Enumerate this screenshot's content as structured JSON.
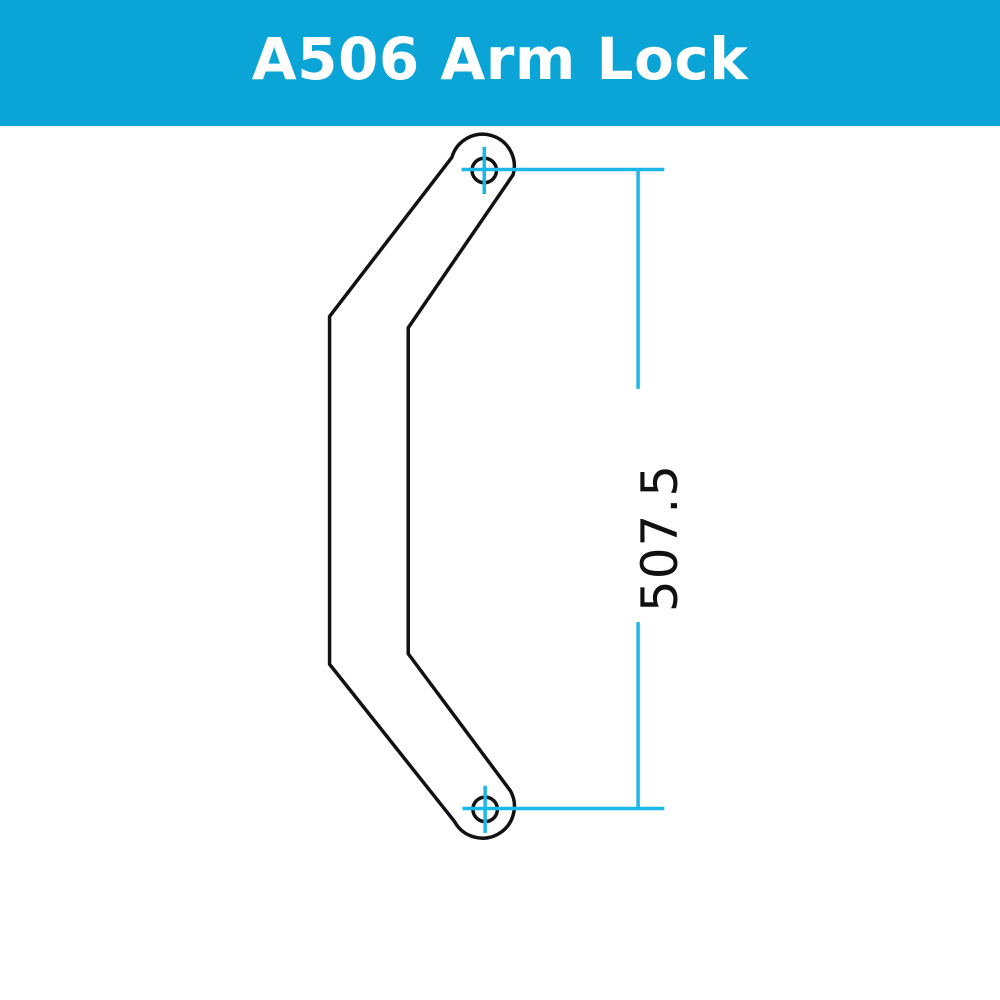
{
  "header": {
    "title": "A506 Arm Lock",
    "background_color": "#0aa5d6"
  },
  "drawing": {
    "part": "arm-lock",
    "dimension": {
      "value": "507.5",
      "orientation": "vertical",
      "line_color": "#1ab8e8"
    },
    "outline_color": "#111111"
  }
}
